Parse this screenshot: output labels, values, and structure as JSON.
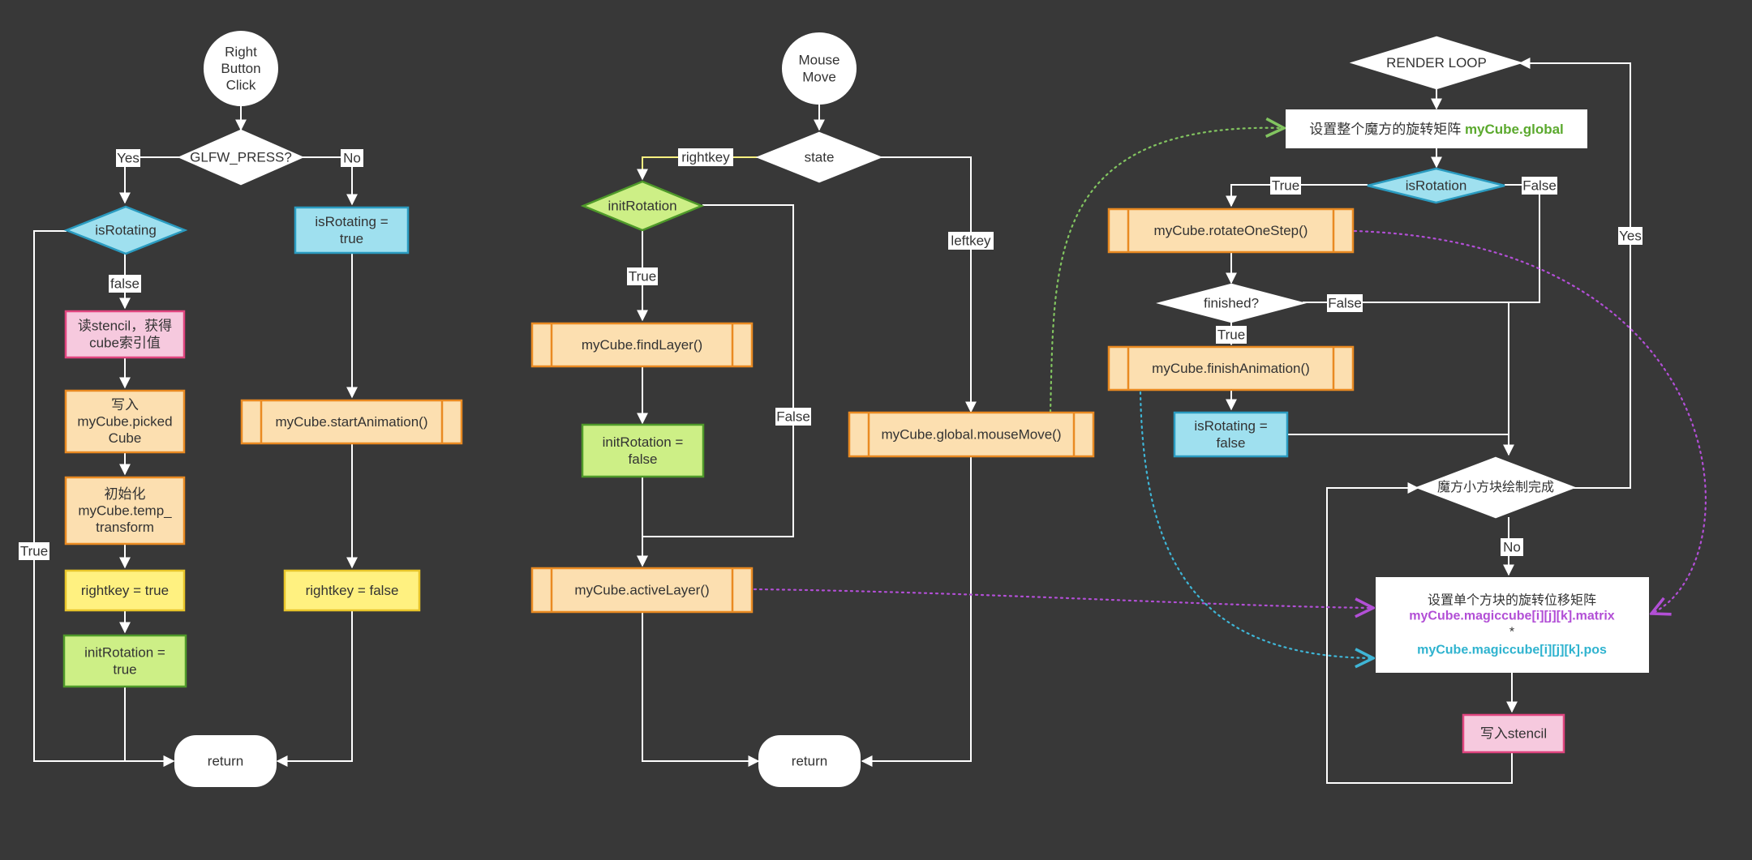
{
  "colors": {
    "background": "#383838",
    "line": "#ffffff",
    "white_fill": "#ffffff",
    "blue_fill": "#9fe0ef",
    "blue_stroke": "#2a9bc0",
    "orange_fill": "#fcdfb0",
    "orange_stroke": "#e98a22",
    "green_fill": "#cdef86",
    "green_stroke": "#4f9a2a",
    "yellow_fill": "#fff180",
    "yellow_stroke": "#e8c52a",
    "pink_fill": "#f6c9de",
    "pink_stroke": "#e0457f",
    "dotted_green": "#82c460",
    "dotted_purple": "#b24fd6",
    "dotted_blue": "#3fb5d6",
    "highlight_green": "#5ba92e",
    "highlight_purple": "#b24fd6",
    "highlight_blue": "#2fb3cf"
  },
  "left_flow": {
    "start": [
      "Right",
      "Button",
      "Click"
    ],
    "decision_press": "GLFW_PRESS?",
    "yes": "Yes",
    "no": "No",
    "decision_rotating": "isRotating",
    "false": "false",
    "true": "True",
    "read_stencil": [
      "读stencil，获得",
      "cube索引值"
    ],
    "write_picked": [
      "写入",
      "myCube.picked",
      "Cube"
    ],
    "init_temp": [
      "初始化",
      "myCube.temp_",
      "transform"
    ],
    "rightkey_true": "rightkey = true",
    "init_rotation_true": [
      "initRotation =",
      "true"
    ],
    "set_rotating_true": [
      "isRotating =",
      "true"
    ],
    "start_animation": "myCube.startAnimation()",
    "rightkey_false": "rightkey = false",
    "return": "return"
  },
  "middle_flow": {
    "start": [
      "Mouse",
      "Move"
    ],
    "decision_state": "state",
    "rightkey": "rightkey",
    "leftkey": "leftkey",
    "decision_init": "initRotation",
    "true": "True",
    "false": "False",
    "find_layer": "myCube.findLayer()",
    "init_rotation_false": [
      "initRotation =",
      "false"
    ],
    "active_layer": "myCube.activeLayer()",
    "mouse_move": "myCube.global.mouseMove()",
    "return": "return"
  },
  "right_flow": {
    "render_loop": "RENDER LOOP",
    "set_global_prefix": "设置整个魔方的旋转矩阵",
    "set_global_highlight": "myCube.global",
    "decision_rotation": "isRotation",
    "true": "True",
    "false": "False",
    "rotate_one_step": "myCube.rotateOneStep()",
    "decision_finished": "finished?",
    "finish_animation": "myCube.finishAnimation()",
    "set_rotating_false": [
      "isRotating =",
      "false"
    ],
    "decision_done": "魔方小方块绘制完成",
    "yes": "Yes",
    "no": "No",
    "matrix_title": "设置单个方块的旋转位移矩阵",
    "matrix_line1": "myCube.magiccube[i][j][k].matrix",
    "matrix_line2": "*",
    "matrix_line3": "myCube.magiccube[i][j][k].pos",
    "write_stencil": "写入stencil"
  }
}
